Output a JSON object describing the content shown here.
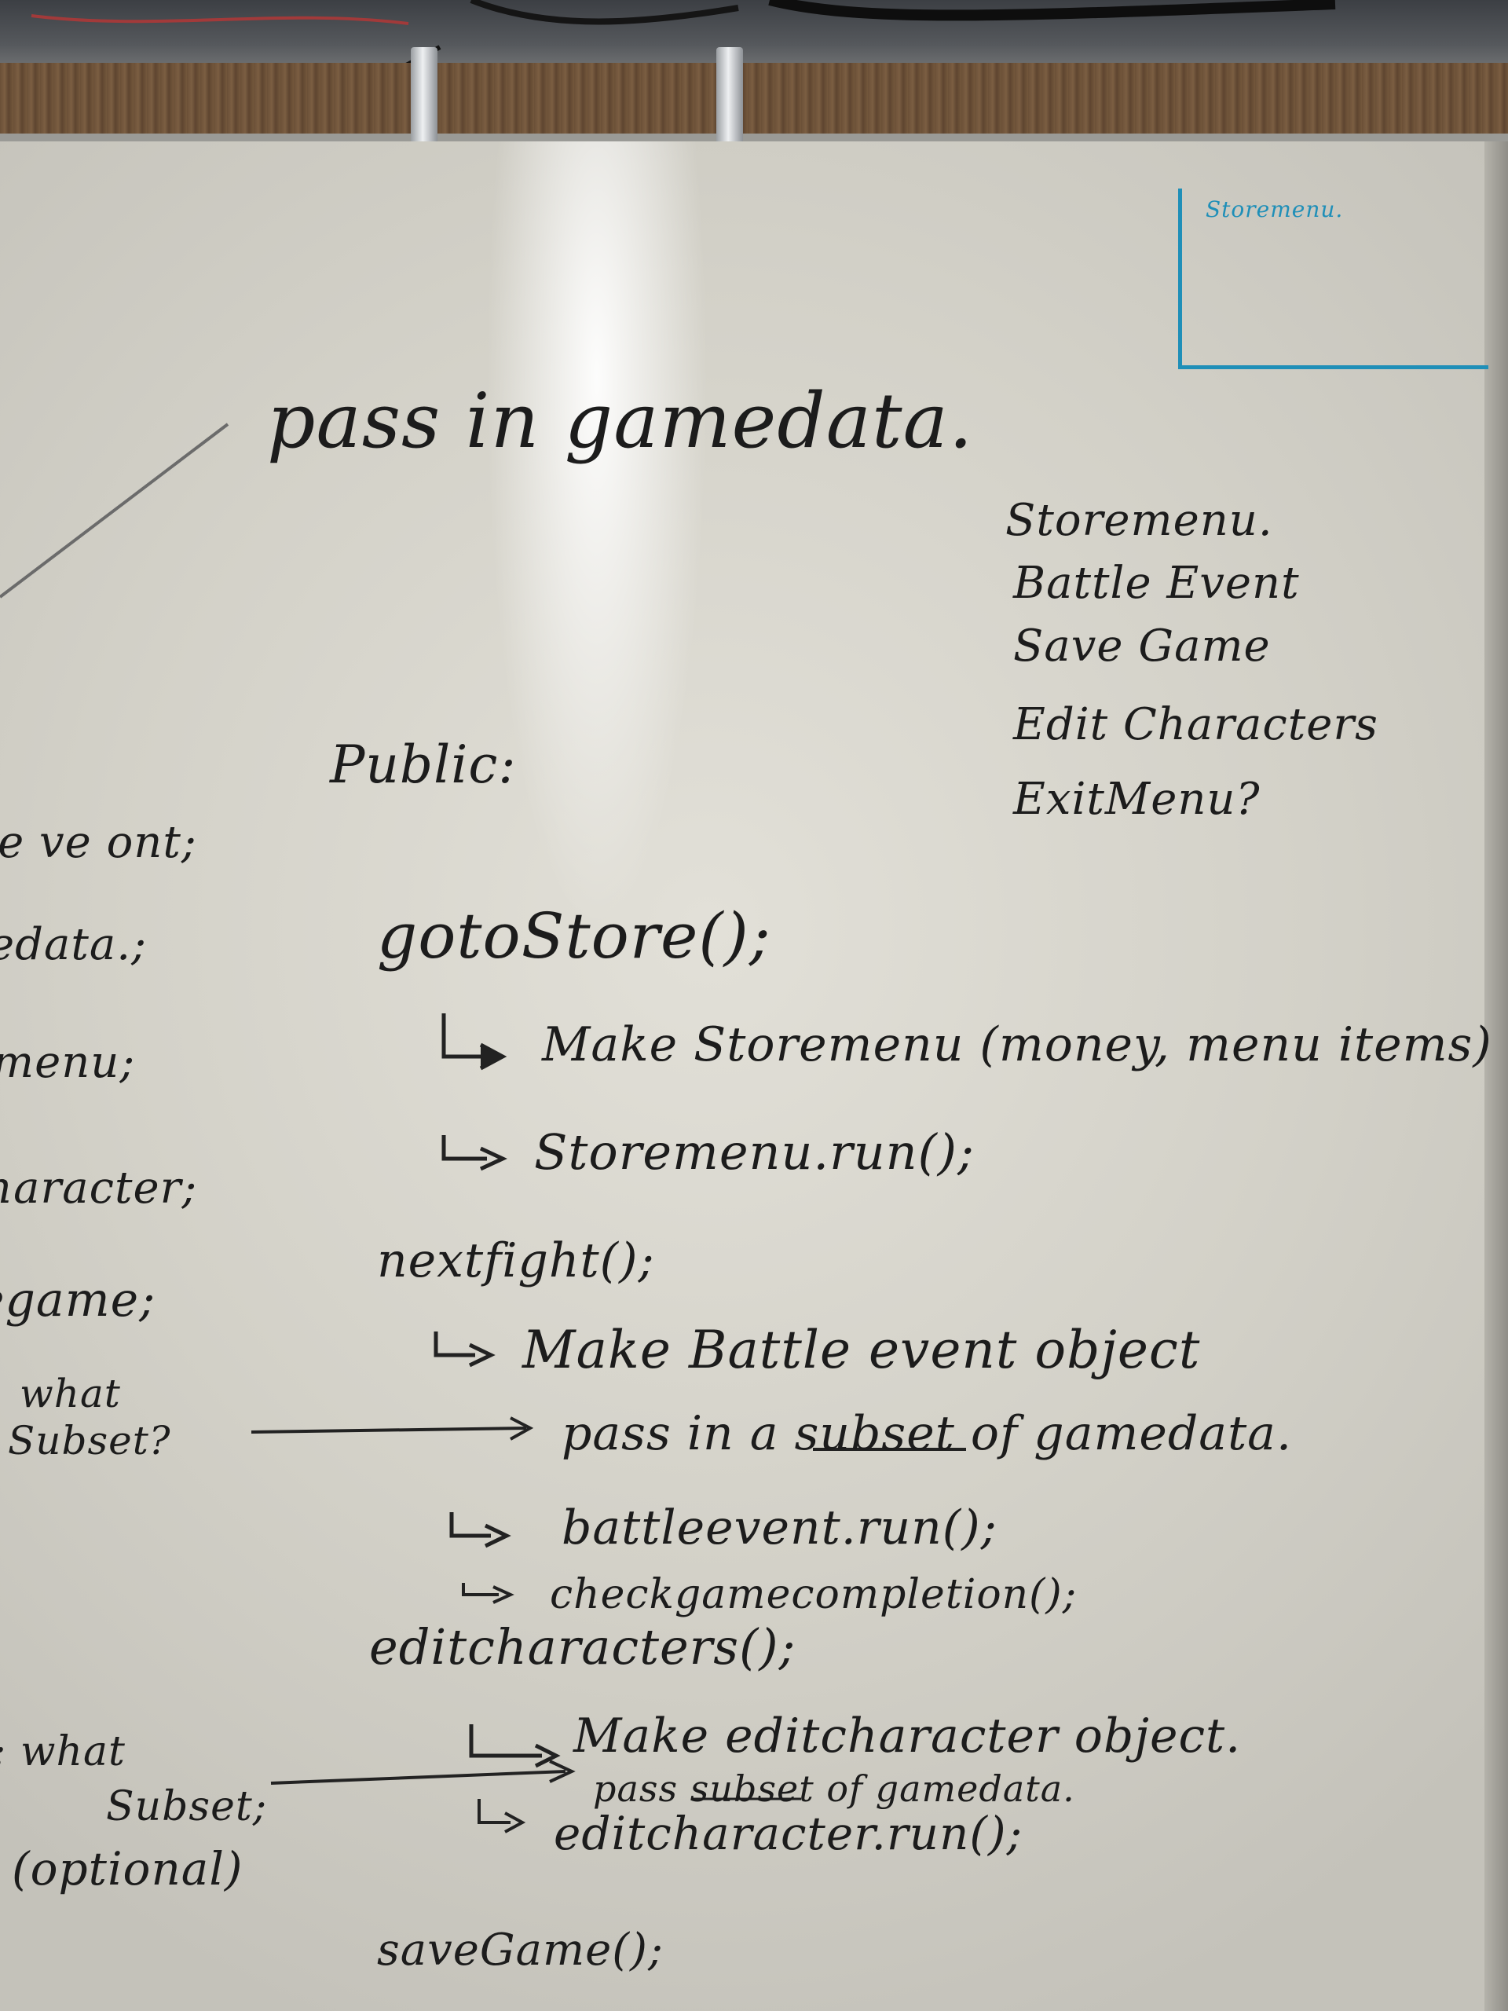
{
  "board": {
    "corner_note": "Storemenu.",
    "heading": "pass in gamedata.",
    "menu_list": [
      "Storemenu.",
      "Battle Event",
      "Save Game",
      "Edit Characters",
      "ExitMenu?"
    ],
    "public_label": "Public:",
    "left_cut": [
      "he ve ont;",
      "edata.;",
      "menu;",
      "haracter;",
      "egame;"
    ],
    "note_what_subset_1": [
      "what",
      "Subset?"
    ],
    "note_what_subset_2": [
      ": what",
      "Subset;",
      "(optional)"
    ],
    "code": {
      "goto_store": "gotoStore();",
      "make_store": "Make Storemenu (money, menu items)",
      "store_run": "Storemenu.run();",
      "next_fight": "nextfight();",
      "make_battle": "Make Battle event object",
      "pass_subset": "pass in a subset of gamedata.",
      "battle_run": "battleevent.run();",
      "check_completion": "checkgamecompletion();",
      "edit_characters": "editcharacters();",
      "make_edit": "Make editcharacter object.",
      "pass_subset_2": "pass subset of gamedata.",
      "edit_run": "editcharacter.run();",
      "save_game": "saveGame();"
    }
  },
  "colors": {
    "ink": "#1c1c1c",
    "blue_marker": "#1f8fb8",
    "board": "#d8d6ce"
  }
}
